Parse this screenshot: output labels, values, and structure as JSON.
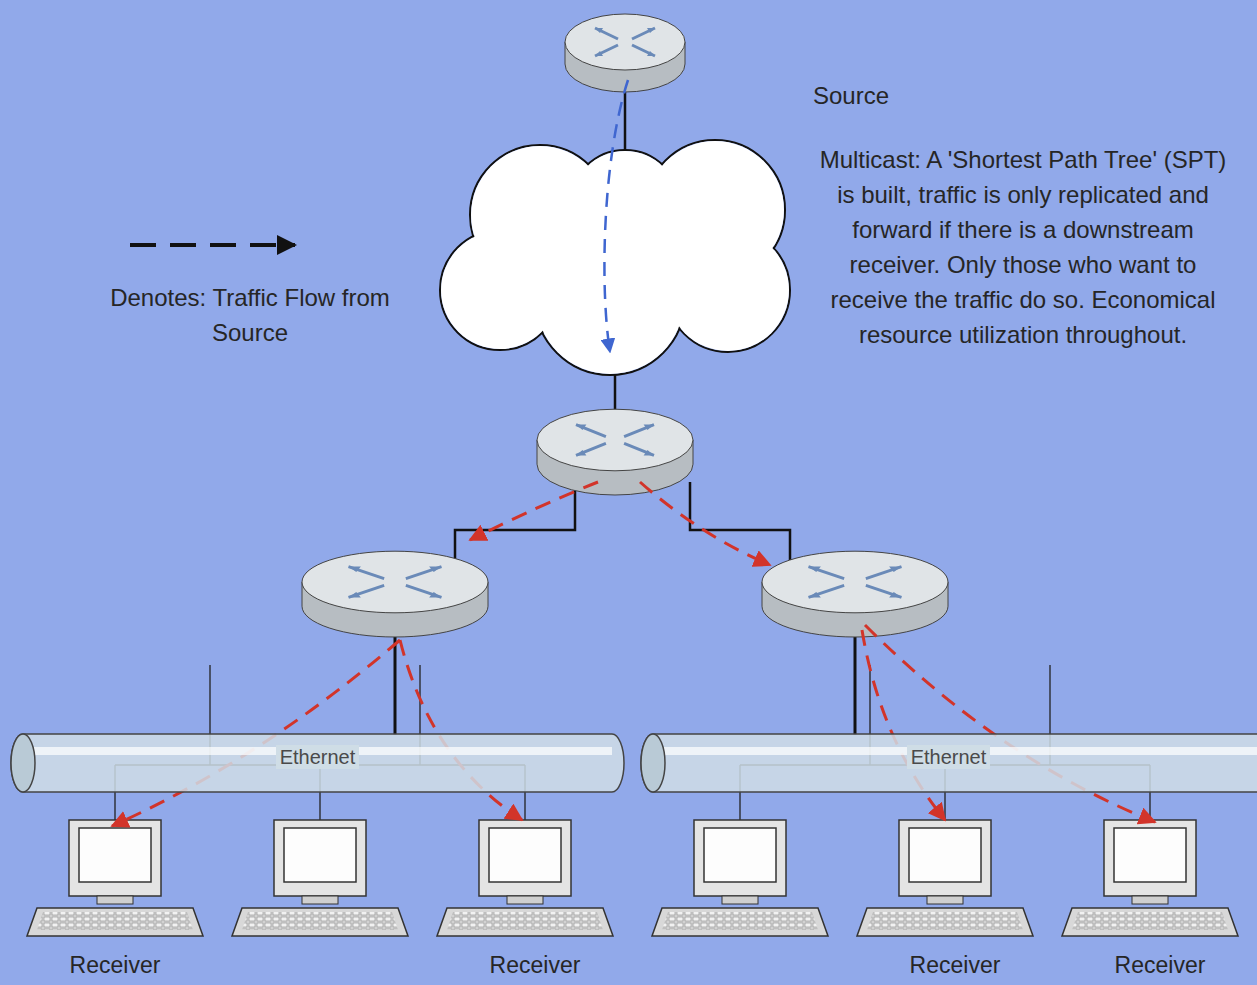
{
  "diagram": {
    "nodes": [
      {
        "text": [
          "Ethernet"
        ]
      },
      {
        "text": [
          "Ethernet"
        ]
      }
    ],
    "labels": [
      "Source",
      "Multicast: A 'Shortest Path Tree' (SPT) is built, traffic is only replicated and forward if there is a downstream receiver. Only those who want to receive the traffic do so. Economical resource utilization throughout.",
      "Receiver",
      "Receiver",
      "Receiver",
      "Receiver"
    ],
    "legend": [
      {
        "text": "Denotes: Traffic Flow from Source"
      }
    ]
  }
}
